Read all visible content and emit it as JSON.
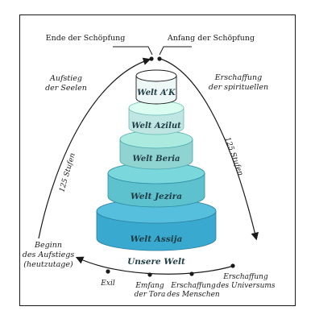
{
  "top": {
    "left_label": "Ende der Schöpfung",
    "right_label": "Anfang der Schöpfung"
  },
  "side": {
    "left_top_1": "Aufstieg",
    "left_top_2": "der Seelen",
    "right_top_1": "Erschaffung",
    "right_top_2": "der spirituellen",
    "left_steps": "125 Stufen",
    "right_steps": "125 Stufen"
  },
  "tiers": [
    {
      "label": "Welt A’K",
      "color": "#eef8f7"
    },
    {
      "label": "Welt Azilut",
      "color": "#bfe6e3"
    },
    {
      "label": "Welt Beria",
      "color": "#8fd4d1"
    },
    {
      "label": "Welt Jezira",
      "color": "#5ec1ce"
    },
    {
      "label": "Welt Assija",
      "color": "#3aa9cf"
    }
  ],
  "bottom": {
    "world_label": "Unsere Welt",
    "begin_1": "Beginn",
    "begin_2": "des Aufstiegs",
    "begin_3": "(heutzutage)",
    "exil": "Exil",
    "torah_1": "Emfang",
    "torah_2": "der Tora",
    "men_1": "Erschaffung",
    "men_2": "des Menschen",
    "univ_1": "Erschaffung",
    "univ_2": "des Universums"
  }
}
